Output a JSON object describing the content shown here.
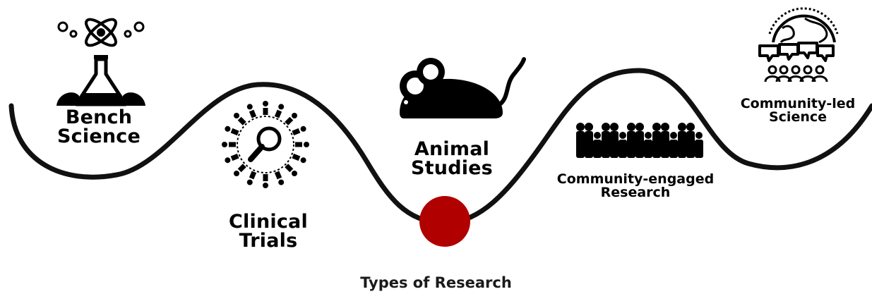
{
  "stages": [
    {
      "id": "bench",
      "line1": "Bench",
      "line2": "Science",
      "icon": "atom-flask-icon"
    },
    {
      "id": "clinical",
      "line1": "Clinical",
      "line2": "Trials",
      "icon": "people-circle-magnifier-icon"
    },
    {
      "id": "animal",
      "line1": "Animal",
      "line2": "Studies",
      "icon": "mouse-icon"
    },
    {
      "id": "engaged",
      "line1": "Community-engaged",
      "line2": "Research",
      "icon": "crowd-icon"
    },
    {
      "id": "led",
      "line1": "Community-led",
      "line2": "Science",
      "icon": "globe-speech-people-icon"
    }
  ],
  "marker_color": "#b00000",
  "line_color": "#111111",
  "caption": "Types of Research"
}
